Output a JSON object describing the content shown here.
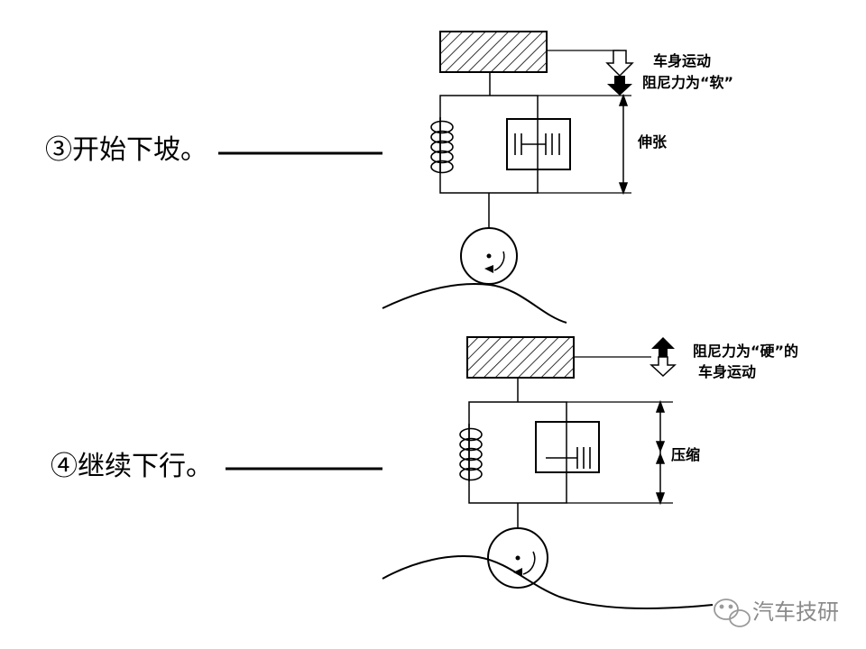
{
  "panels": [
    {
      "step_label": "③开始下坡。",
      "body_motion_label": "车身运动",
      "damping_label": "阻尼力为“软”",
      "stroke_label": "伸张"
    },
    {
      "step_label": "④继续下行。",
      "damping_label": "阻尼力为“硬”的",
      "body_motion_label": "车身运动",
      "stroke_label": "压缩"
    }
  ],
  "watermark": {
    "text": "汽车技研",
    "icon": "wechat-icon"
  }
}
